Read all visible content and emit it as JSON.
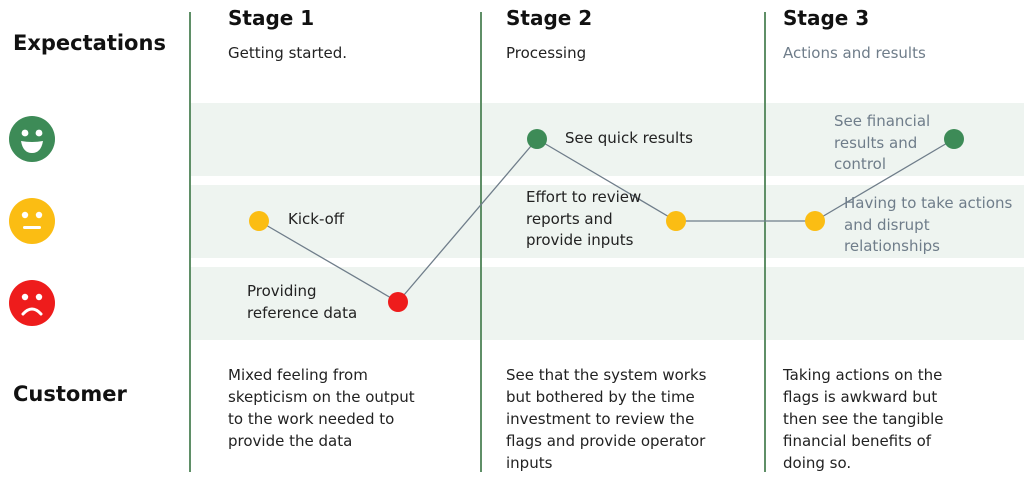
{
  "rows": {
    "expectations": "Expectations",
    "customer": "Customer"
  },
  "stages": [
    {
      "title": "Stage 1",
      "subtitle": "Getting started.",
      "description": "Mixed feeling from skepticism on the output to the work needed to provide the data"
    },
    {
      "title": "Stage 2",
      "subtitle": "Processing",
      "description": "See that the system works but bothered by the time investment to review the flags and provide operator inputs"
    },
    {
      "title": "Stage 3",
      "subtitle": "Actions and results",
      "description": "Taking actions on the flags is awkward but then see the tangible financial benefits of doing so."
    }
  ],
  "sentiments": [
    {
      "level": "happy",
      "icon": "happy-face-icon",
      "color": "#3d8b57"
    },
    {
      "level": "neutral",
      "icon": "neutral-face-icon",
      "color": "#fbbd13"
    },
    {
      "level": "sad",
      "icon": "sad-face-icon",
      "color": "#ee1c1c"
    }
  ],
  "journey_points": [
    {
      "label": "Kick-off",
      "sentiment": "neutral",
      "color": "#fbbd13"
    },
    {
      "label": "Providing reference data",
      "sentiment": "sad",
      "color": "#ee1c1c"
    },
    {
      "label": "See quick results",
      "sentiment": "happy",
      "color": "#3d8b57"
    },
    {
      "label": "Effort to review reports and provide inputs",
      "sentiment": "neutral",
      "color": "#fbbd13"
    },
    {
      "label": "Having to take actions and disrupt relationships",
      "sentiment": "neutral",
      "color": "#fbbd13"
    },
    {
      "label": "See financial results and control",
      "sentiment": "happy",
      "color": "#3d8b57"
    }
  ],
  "colors": {
    "band": "#eef4f0",
    "divider": "#5f8f67",
    "connector": "#6f7d8a",
    "muted_text": "#6f7d8a"
  }
}
